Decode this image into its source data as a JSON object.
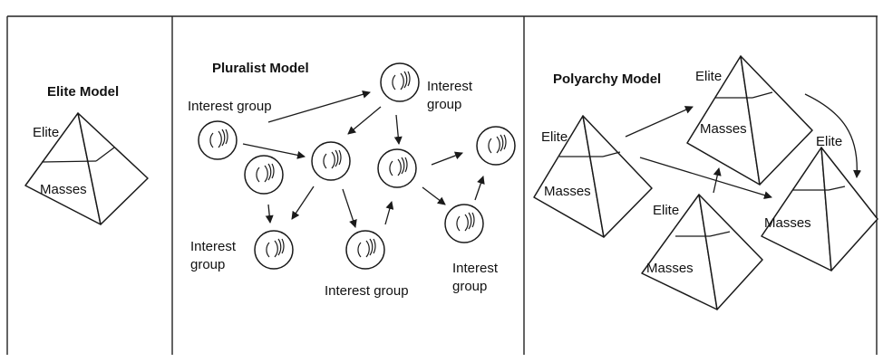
{
  "elite_model": {
    "title": "Elite Model",
    "top_label": "Elite",
    "bottom_label": "Masses"
  },
  "pluralist_model": {
    "title": "Pluralist Model",
    "group_label": "Interest group",
    "group_label_line1": "Interest",
    "group_label_line2": "group"
  },
  "polyarchy_model": {
    "title": "Polyarchy Model",
    "top_label": "Elite",
    "bottom_label": "Masses"
  },
  "colors": {
    "ink": "#1a1a1a",
    "background": "#ffffff"
  }
}
